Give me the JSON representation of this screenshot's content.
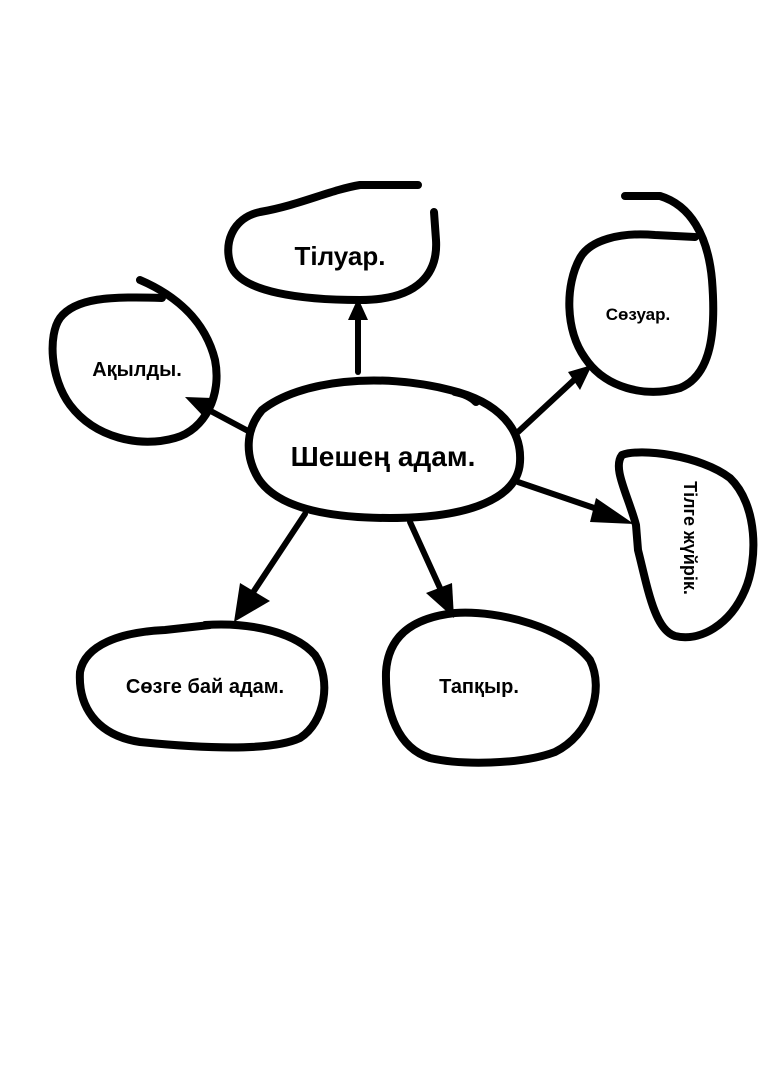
{
  "diagram": {
    "center": "Шешең адам.",
    "nodes": {
      "top": "Тілуар.",
      "left": "Ақылды.",
      "top_right": "Сөзуар.",
      "right": "Тілге жүйрік.",
      "bottom_left": "Сөзге бай адам.",
      "bottom": "Тапқыр."
    }
  }
}
